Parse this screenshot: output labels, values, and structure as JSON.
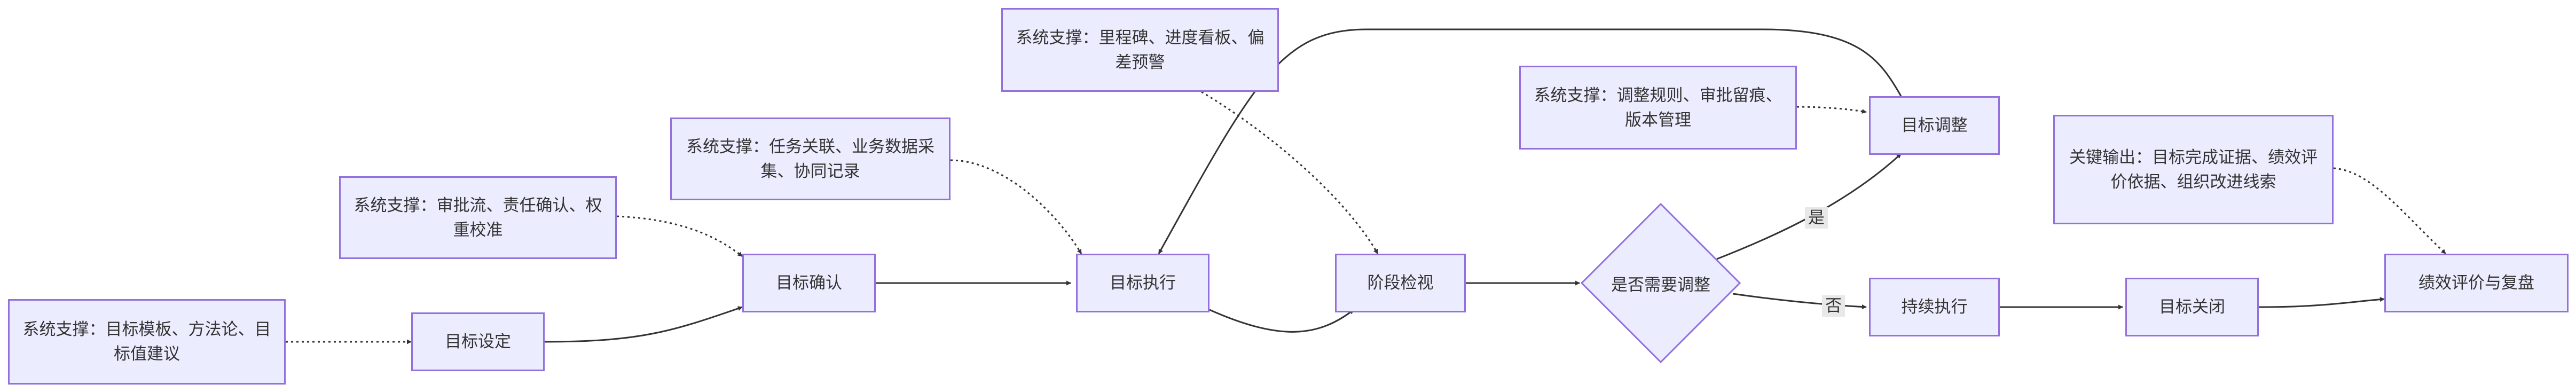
{
  "nodes": {
    "goal_setting": "目标设定",
    "goal_confirm": "目标确认",
    "goal_execute": "目标执行",
    "stage_review": "阶段检视",
    "need_adjust": "是否需要调整",
    "goal_adjust": "目标调整",
    "continue_exec": "持续执行",
    "goal_close": "目标关闭",
    "perf_review": "绩效评价与复盘",
    "sys_templates": "系统支撑：目标模板、方法论、目标值建议",
    "sys_approval": "系统支撑：审批流、责任确认、权重校准",
    "sys_tasks": "系统支撑：任务关联、业务数据采集、协同记录",
    "sys_milestones": "系统支撑：里程碑、进度看板、偏差预警",
    "sys_rules": "系统支撑：调整规则、审批留痕、版本管理",
    "key_output": "关键输出：目标完成证据、绩效评价依据、组织改进线索"
  },
  "edge_labels": {
    "yes": "是",
    "no": "否"
  },
  "colors": {
    "node_fill": "#ECECFF",
    "node_border": "#9370DB",
    "edge": "#333333",
    "label_bg": "#E8E8E8"
  }
}
